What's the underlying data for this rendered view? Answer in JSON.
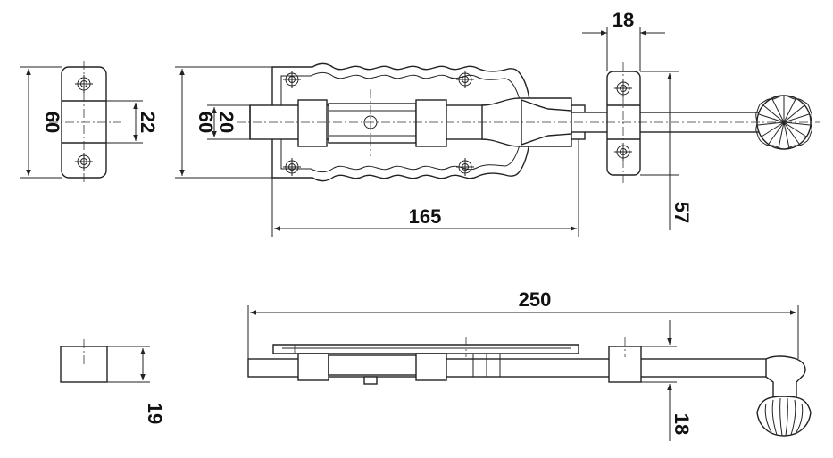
{
  "dimensions": {
    "top_view": {
      "keeper_height": "60",
      "keeper_opening": "22",
      "plate_height": "60",
      "bolt_diameter": "20",
      "plate_length": "165",
      "guide_width": "18",
      "guide_offset": "57"
    },
    "side_view": {
      "overall_length": "250",
      "keeper_depth": "19",
      "guide_height": "18"
    }
  },
  "colors": {
    "line": "#222222",
    "background": "#ffffff"
  }
}
